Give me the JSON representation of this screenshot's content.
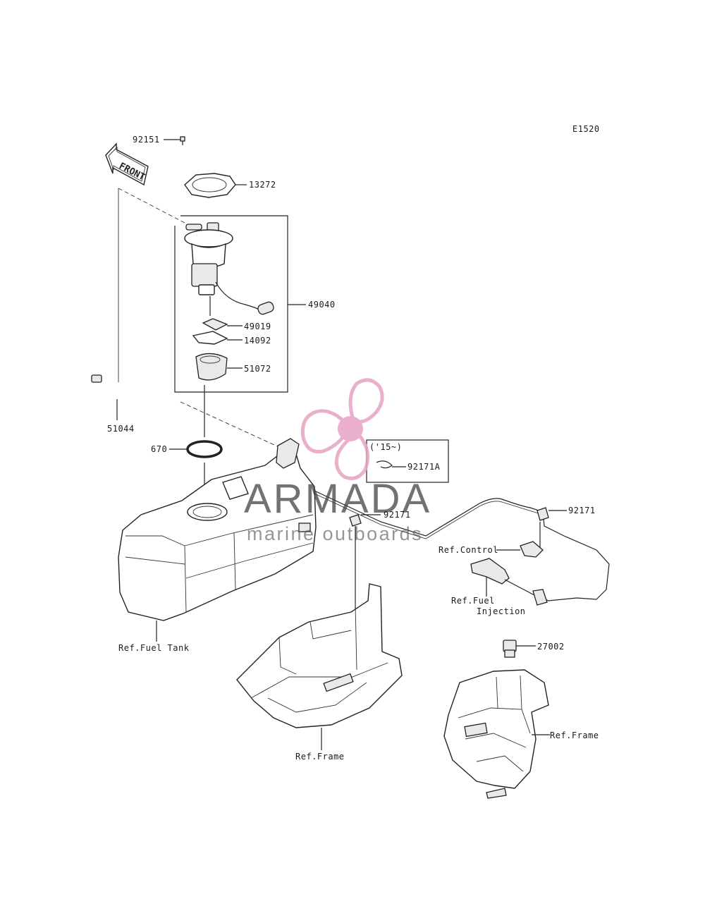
{
  "diagram_code": "E1520",
  "front_arrow_text": "FRONT",
  "watermark": {
    "brand": "ARMADA",
    "tagline": "marine outboards",
    "color": "#e7a3c3"
  },
  "serial_box_text": "('15~)",
  "labels": {
    "p92151": "92151",
    "p13272": "13272",
    "p49040": "49040",
    "p49019": "49019",
    "p14092": "14092",
    "p51072": "51072",
    "p51044": "51044",
    "p670": "670",
    "p92171A": "92171A",
    "p92171_center": "92171",
    "p92171_right": "92171",
    "ref_control": "Ref.Control",
    "ref_fuel_injection_1": "Ref.Fuel",
    "ref_fuel_injection_2": "Injection",
    "ref_fuel_tank": "Ref.Fuel Tank",
    "p27002": "27002",
    "ref_frame_right": "Ref.Frame",
    "ref_frame_center": "Ref.Frame"
  }
}
